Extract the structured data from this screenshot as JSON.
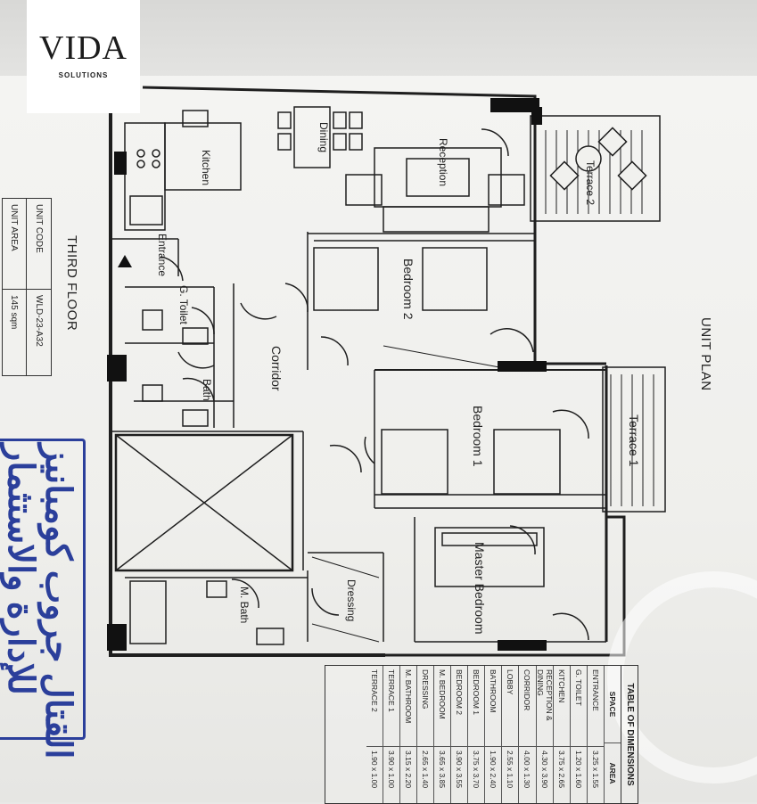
{
  "logo": {
    "name": "VIDA",
    "subtitle": "SOLUTIONS"
  },
  "titles": {
    "floor": "THIRD FLOOR",
    "plan": "UNIT PLAN"
  },
  "unit_info": {
    "code_label": "UNIT CODE",
    "code_value": "WLD-23-A32",
    "area_label": "UNIT AREA",
    "area_value": "145 sqm"
  },
  "rooms": {
    "kitchen": "Kitchen",
    "dining": "Dining",
    "reception": "Reception",
    "terrace2": "Terrace 2",
    "entrance": "Entrance",
    "g_toilet": "G. Toilet",
    "bedroom2": "Bedroom 2",
    "corridor": "Corridor",
    "bath": "Bath",
    "bedroom1": "Bedroom 1",
    "terrace1": "Terrace 1",
    "master_bedroom": "Master Bedroom",
    "dressing": "Dressing",
    "m_bath": "M. Bath"
  },
  "dimensions_table": {
    "title": "TABLE OF DIMENSIONS",
    "col_space": "SPACE",
    "col_area": "AREA",
    "rows": [
      {
        "space": "ENTRANCE",
        "area": "3.25 x 1.55"
      },
      {
        "space": "G. TOILET",
        "area": "1.20 x 1.60"
      },
      {
        "space": "KITCHEN",
        "area": "3.75 x 2.65"
      },
      {
        "space": "RECEPTION & DINING",
        "area": "4.30 x 3.90"
      },
      {
        "space": "CORRIDOR",
        "area": "4.00 x 1.30"
      },
      {
        "space": "LOBBY",
        "area": "2.55 x 1.10"
      },
      {
        "space": "BATHROOM",
        "area": "1.90 x 2.40"
      },
      {
        "space": "BEDROOM 1",
        "area": "3.75 x 3.70"
      },
      {
        "space": "BEDROOM 2",
        "area": "3.90 x 3.55"
      },
      {
        "space": "M. BEDROOM",
        "area": "3.65 x 3.85"
      },
      {
        "space": "DRESSING",
        "area": "2.65 x 1.40"
      },
      {
        "space": "M. BATHROOM",
        "area": "3.15 x 2.20"
      },
      {
        "space": "TERRACE 1",
        "area": "3.90 x 1.00"
      },
      {
        "space": "TERRACE 2",
        "area": "1.90 x 1.00"
      }
    ]
  },
  "stamp": {
    "line1": "القتال جروب كومبانيز",
    "line2": "للإدارة والاستثمار"
  },
  "colors": {
    "ink": "#222222",
    "stamp": "#2b3f9b",
    "paper": "#f2f2ef"
  }
}
